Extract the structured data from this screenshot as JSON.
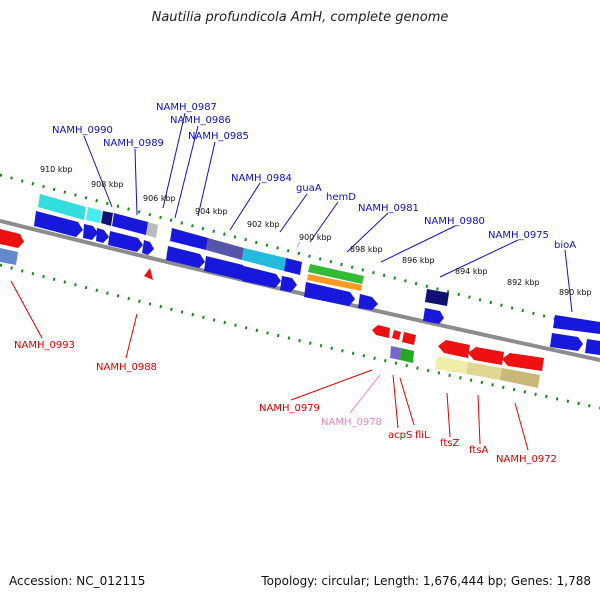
{
  "title": "Nautilia profundicola AmH, complete genome",
  "accession": "Accession: NC_012115",
  "summary": "Topology: circular; Length: 1,676,444 bp; Genes: 1,788",
  "colors": {
    "forward_label": "#1010c8",
    "reverse_label": "#dd0000",
    "pseudo_label": "#ee88bb",
    "backbone": "#808080",
    "tick": "#1a8a1a"
  },
  "kbp_ticks": [
    "910 kbp",
    "908 kbp",
    "906 kbp",
    "904 kbp",
    "902 kbp",
    "900 kbp",
    "898 kbp",
    "896 kbp",
    "894 kbp",
    "892 kbp",
    "890 kbp"
  ],
  "forward_labels": [
    "NAMH_0990",
    "NAMH_0989",
    "NAMH_0987",
    "NAMH_0986",
    "NAMH_0985",
    "NAMH_0984",
    "guaA",
    "hemD",
    "NAMH_0981",
    "NAMH_0980",
    "NAMH_0975",
    "bioA"
  ],
  "reverse_labels": [
    "NAMH_0993",
    "NAMH_0988",
    "NAMH_0979",
    "NAMH_0978",
    "acpS",
    "fliL",
    "ftsZ",
    "ftsA",
    "NAMH_0972"
  ]
}
